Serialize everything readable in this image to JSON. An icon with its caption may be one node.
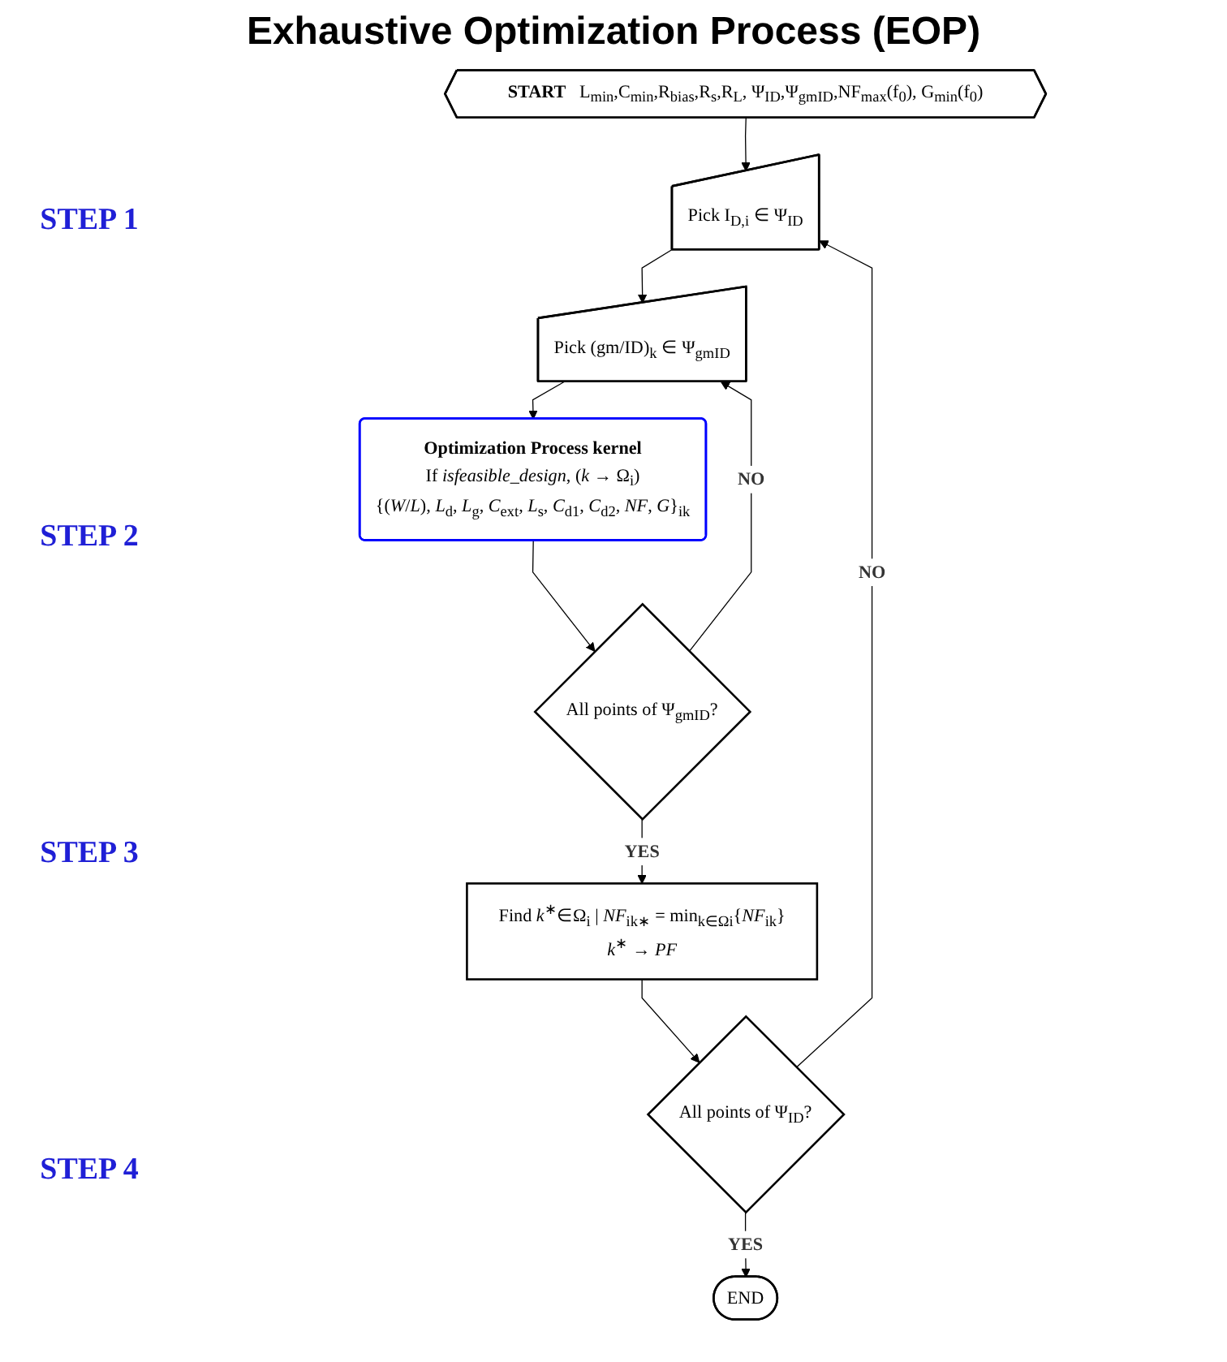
{
  "diagram": {
    "title": "Exhaustive Optimization Process (EOP)",
    "nodes": [
      {
        "text": [
          "START",
          "L$_{min}$,C$_{min}$,R$_{bias}$,R$_{s}$,R$_{L}$, Ψ$_{ID}$,Ψ$_{gmID}$,NF$_{max}$(f$_{0}$), G$_{min}$(f$_{0}$)"
        ]
      },
      {
        "text": [
          "Pick I$_{D,i}$ ∈ Ψ$_{ID}$"
        ]
      },
      {
        "text": [
          "Pick (gm/ID)$_{k}$ ∈ Ψ$_{gmID}$"
        ]
      },
      {
        "text": [
          "Optimization Process kernel",
          "If *isfeasible_design*, (*k* → Ω$_{i}$)",
          "{(*W*/*L*), *L*$_{d}$, *L*$_{g}$, *C*$_{ext}$, *L*$_{s}$, *C*$_{d1}$, *C*$_{d2}$, *NF*, *G*}$_{ik}$"
        ]
      },
      {
        "text": [
          "All points of Ψ$_{gmID}$?"
        ]
      },
      {
        "text": [
          "Find *k*$^{∗}$∈Ω$_{i}$ | *NF*$_{ik∗}$ = min$_{k∈Ωi}${*NF*$_{ik}$}",
          "*k*$^{∗}$ → *PF*"
        ]
      },
      {
        "text": [
          "All points of Ψ$_{ID}$?"
        ]
      },
      {
        "text": [
          "END"
        ]
      }
    ],
    "edges": [
      {
        "from": 0,
        "to": 1,
        "arrow": "to"
      },
      {
        "from": 1,
        "to": 2,
        "arrow": "to"
      },
      {
        "from": 2,
        "to": 3,
        "arrow": "to"
      },
      {
        "from": 3,
        "to": 4,
        "arrow": "to"
      },
      {
        "from": 4,
        "to": 5,
        "arrow": "to",
        "label": "YES"
      },
      {
        "from": 5,
        "to": 6,
        "arrow": "to"
      },
      {
        "from": 6,
        "to": 7,
        "arrow": "to",
        "label": "YES"
      },
      {
        "from": 4,
        "to": 2,
        "arrow": "to",
        "label": "NO"
      },
      {
        "from": 6,
        "to": 1,
        "arrow": "to",
        "label": "NO"
      }
    ],
    "labels": [
      "STEP 1",
      "STEP 2",
      "STEP 3",
      "STEP 4"
    ]
  }
}
